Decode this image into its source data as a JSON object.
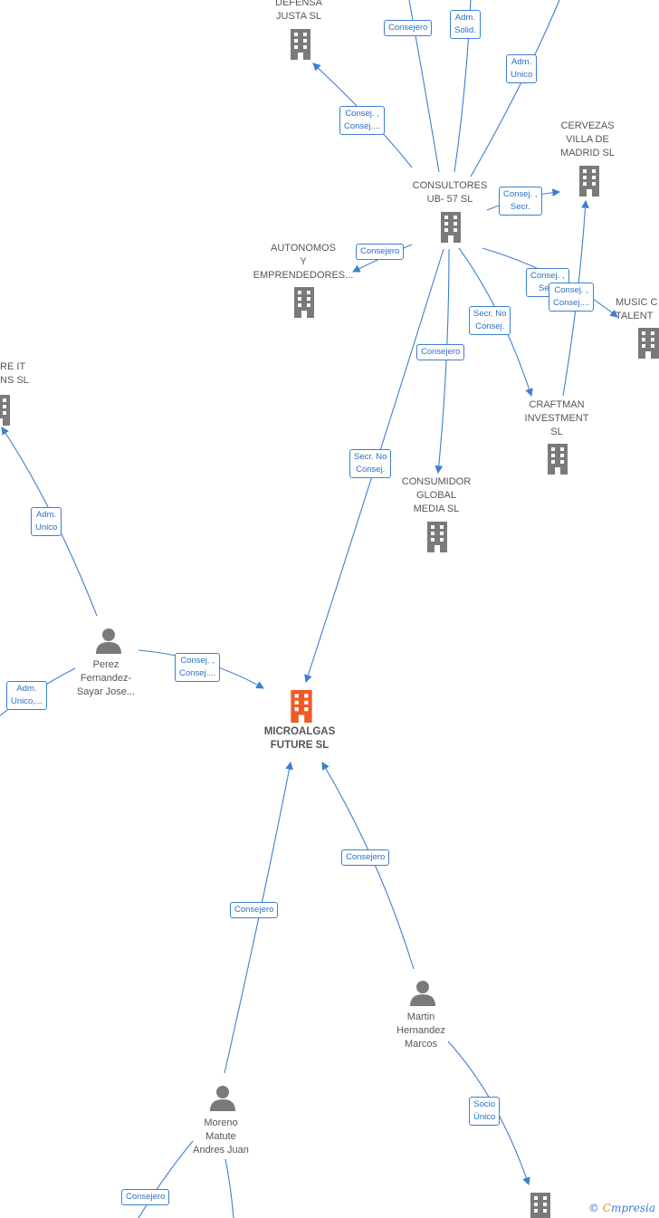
{
  "colors": {
    "edge": "#3d7fd0",
    "company": "#7a7a7a",
    "main": "#f05a28",
    "person": "#7a7a7a"
  },
  "nodes": [
    {
      "id": "defensa",
      "kind": "company",
      "label": "DEFENSA\nJUSTA  SL"
    },
    {
      "id": "consultores",
      "kind": "company",
      "label": "CONSULTORES\nUB- 57  SL"
    },
    {
      "id": "cervezas",
      "kind": "company",
      "label": "CERVEZAS\nVILLA DE\nMADRID  SL"
    },
    {
      "id": "autonomos",
      "kind": "company",
      "label": "AUTONOMOS\nY\nEMPRENDEDORES..."
    },
    {
      "id": "music",
      "kind": "company",
      "label": "MUSIC C\nTALENT"
    },
    {
      "id": "craftman",
      "kind": "company",
      "label": "CRAFTMAN\nINVESTMENT\nSL"
    },
    {
      "id": "consumidor",
      "kind": "company",
      "label": "CONSUMIDOR\nGLOBAL\nMEDIA  SL"
    },
    {
      "id": "reit",
      "kind": "company",
      "label": "RE IT\nNS  SL"
    },
    {
      "id": "microalgas",
      "kind": "main",
      "label": "MICROALGAS\nFUTURE  SL"
    },
    {
      "id": "perez",
      "kind": "person",
      "label": "Perez\nFernandez-\nSayar Jose..."
    },
    {
      "id": "martin",
      "kind": "person",
      "label": "Martin\nHernandez\nMarcos"
    },
    {
      "id": "moreno",
      "kind": "person",
      "label": "Moreno\nMatute\nAndres Juan"
    },
    {
      "id": "bottomco",
      "kind": "company",
      "label": ""
    }
  ],
  "edge_labels": [
    "Consejero",
    "Adm.\nSolid.",
    "Adm.\nUnico",
    "Consej. ,\nConsej....",
    "Consej. ,\nSecr.",
    "Consejero",
    "Consej. ,\nSe...",
    "Consej. ,\nConsej....",
    "Secr.  No\nConsej.",
    "Consejero",
    "Secr.  No\nConsej.",
    "Adm.\nUnico",
    "Consej. ,\nConsej....",
    "Adm.\nUnico,...",
    "Consejero",
    "Consejero",
    "Socio\nÚnico",
    "Consejero"
  ],
  "footer": {
    "copyright": "©",
    "brand_e": "C",
    "brand_rest": "mpresia"
  }
}
